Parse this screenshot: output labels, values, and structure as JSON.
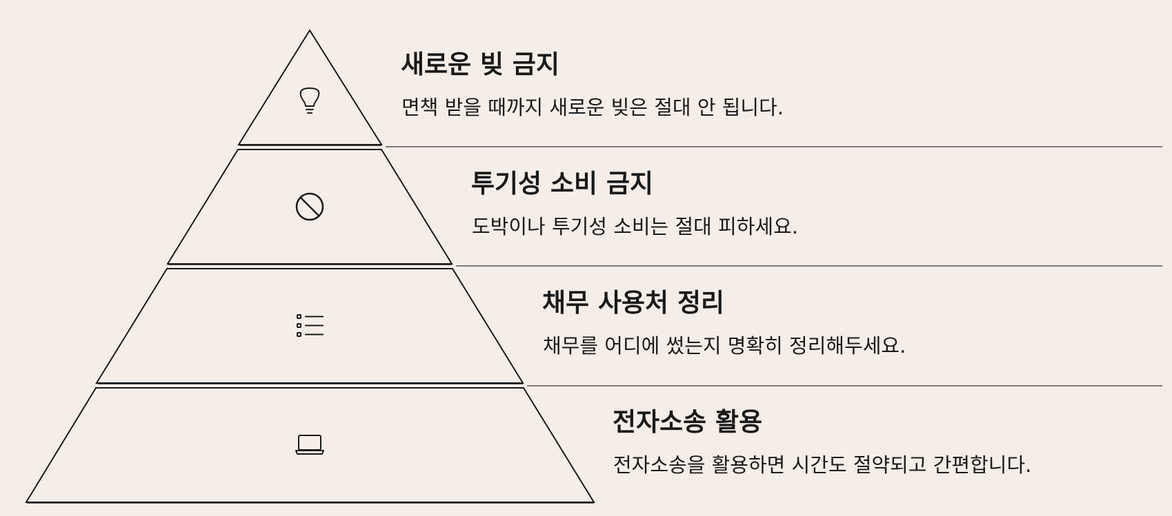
{
  "colors": {
    "background": "#f5ede7",
    "stroke": "#1a1a1a",
    "divider": "#555555"
  },
  "tiers": [
    {
      "icon": "lightbulb-icon",
      "title": "새로운 빚 금지",
      "description": "면책 받을 때까지 새로운 빚은 절대 안 됩니다."
    },
    {
      "icon": "prohibited-icon",
      "title": "투기성 소비 금지",
      "description": "도박이나 투기성 소비는 절대 피하세요."
    },
    {
      "icon": "list-icon",
      "title": "채무 사용처 정리",
      "description": "채무를 어디에 썼는지 명확히 정리해두세요."
    },
    {
      "icon": "laptop-icon",
      "title": "전자소송 활용",
      "description": "전자소송을 활용하면 시간도 절약되고 간편합니다."
    }
  ]
}
